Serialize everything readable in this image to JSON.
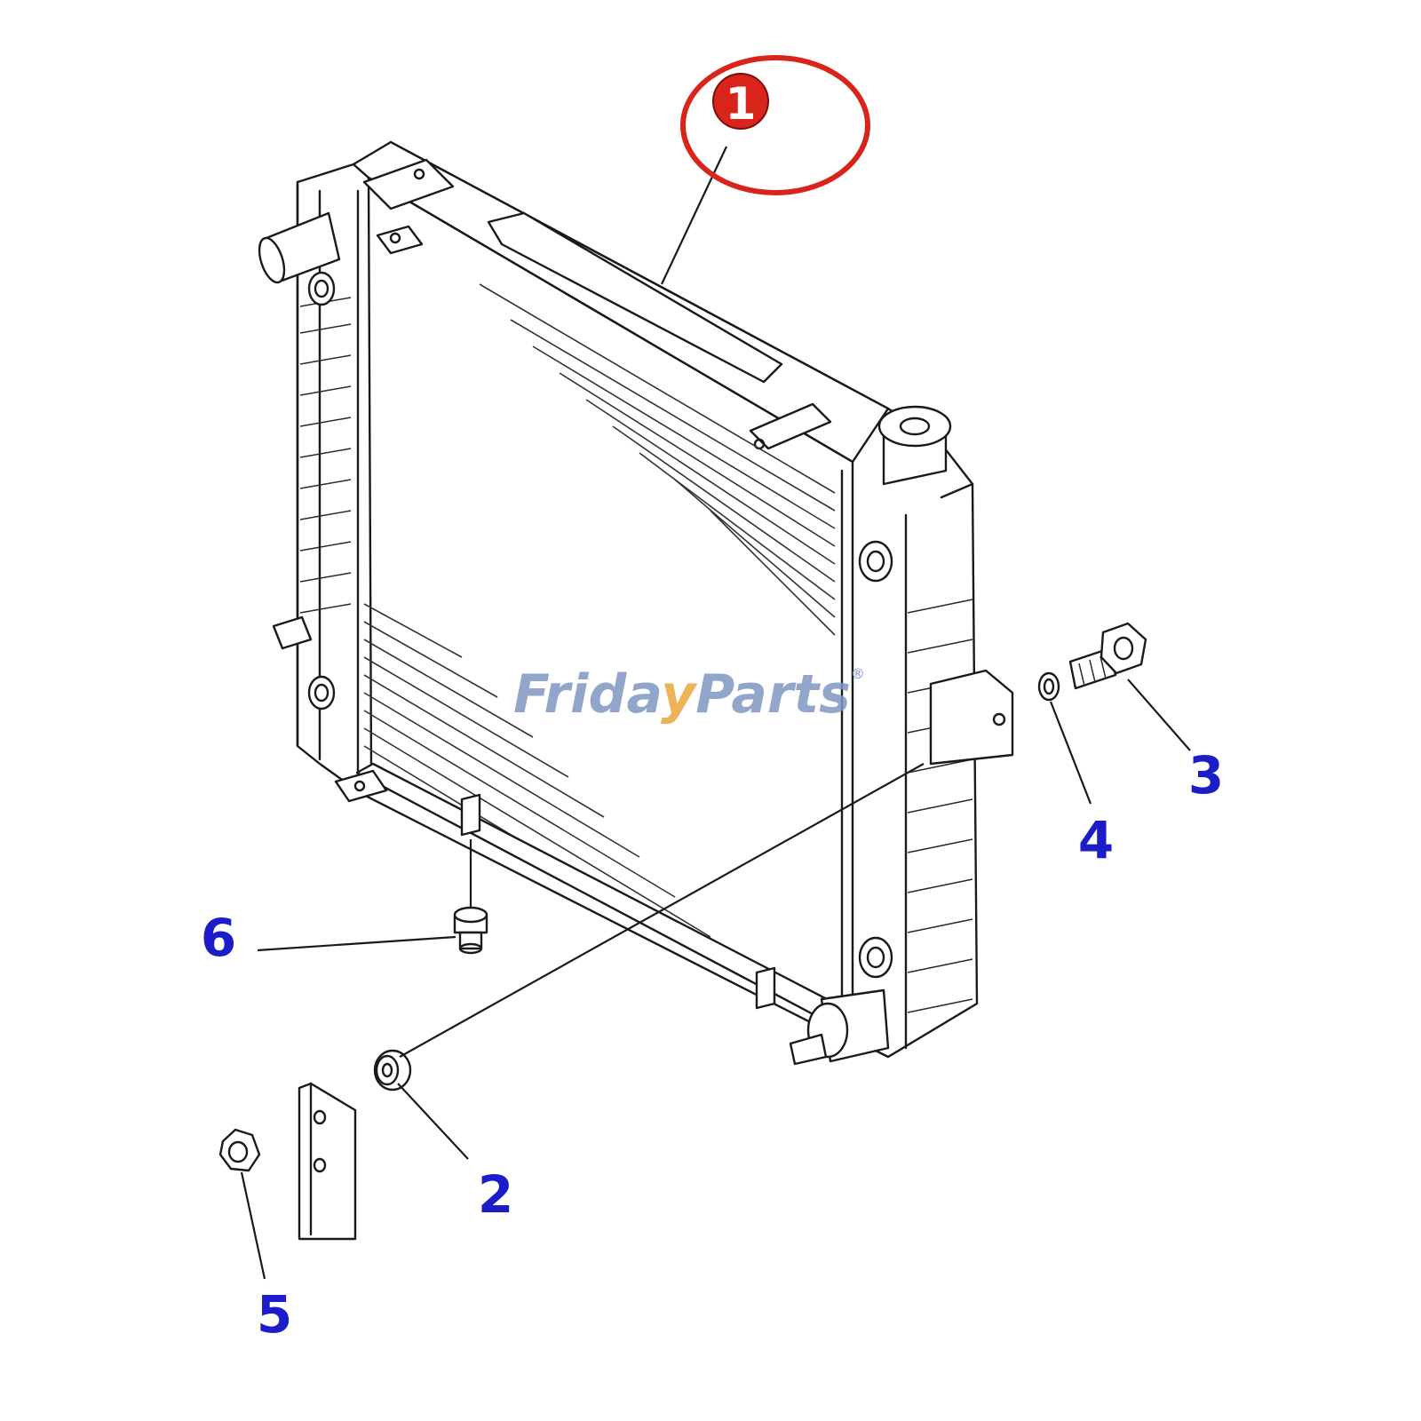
{
  "diagram": {
    "highlight_color": "#d9241c",
    "callout_color": "#1c1cc8",
    "highlighted_part": {
      "number": "1"
    },
    "callouts": [
      {
        "number": "2"
      },
      {
        "number": "3"
      },
      {
        "number": "4"
      },
      {
        "number": "5"
      },
      {
        "number": "6"
      }
    ],
    "watermark": {
      "text_part1": "Frida",
      "text_part2": "y",
      "text_part3": "Parts",
      "registered_mark": "®"
    }
  }
}
